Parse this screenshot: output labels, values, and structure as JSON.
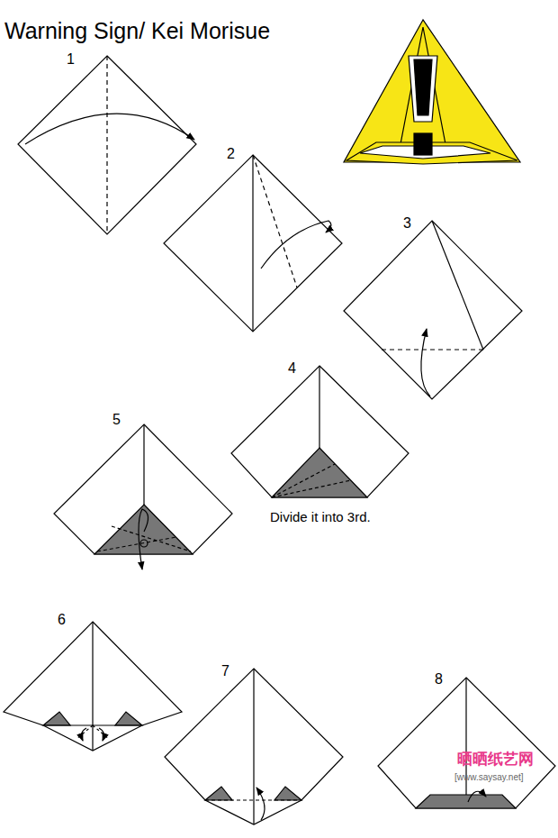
{
  "diagram": {
    "title": "Warning Sign/ Kei Morisue",
    "labels": [
      "1",
      "2",
      "3",
      "4",
      "5",
      "6",
      "7",
      "8",
      "Divide it into 3rd.",
      "晒晒纸艺网",
      "[www.saysay.net]"
    ]
  }
}
